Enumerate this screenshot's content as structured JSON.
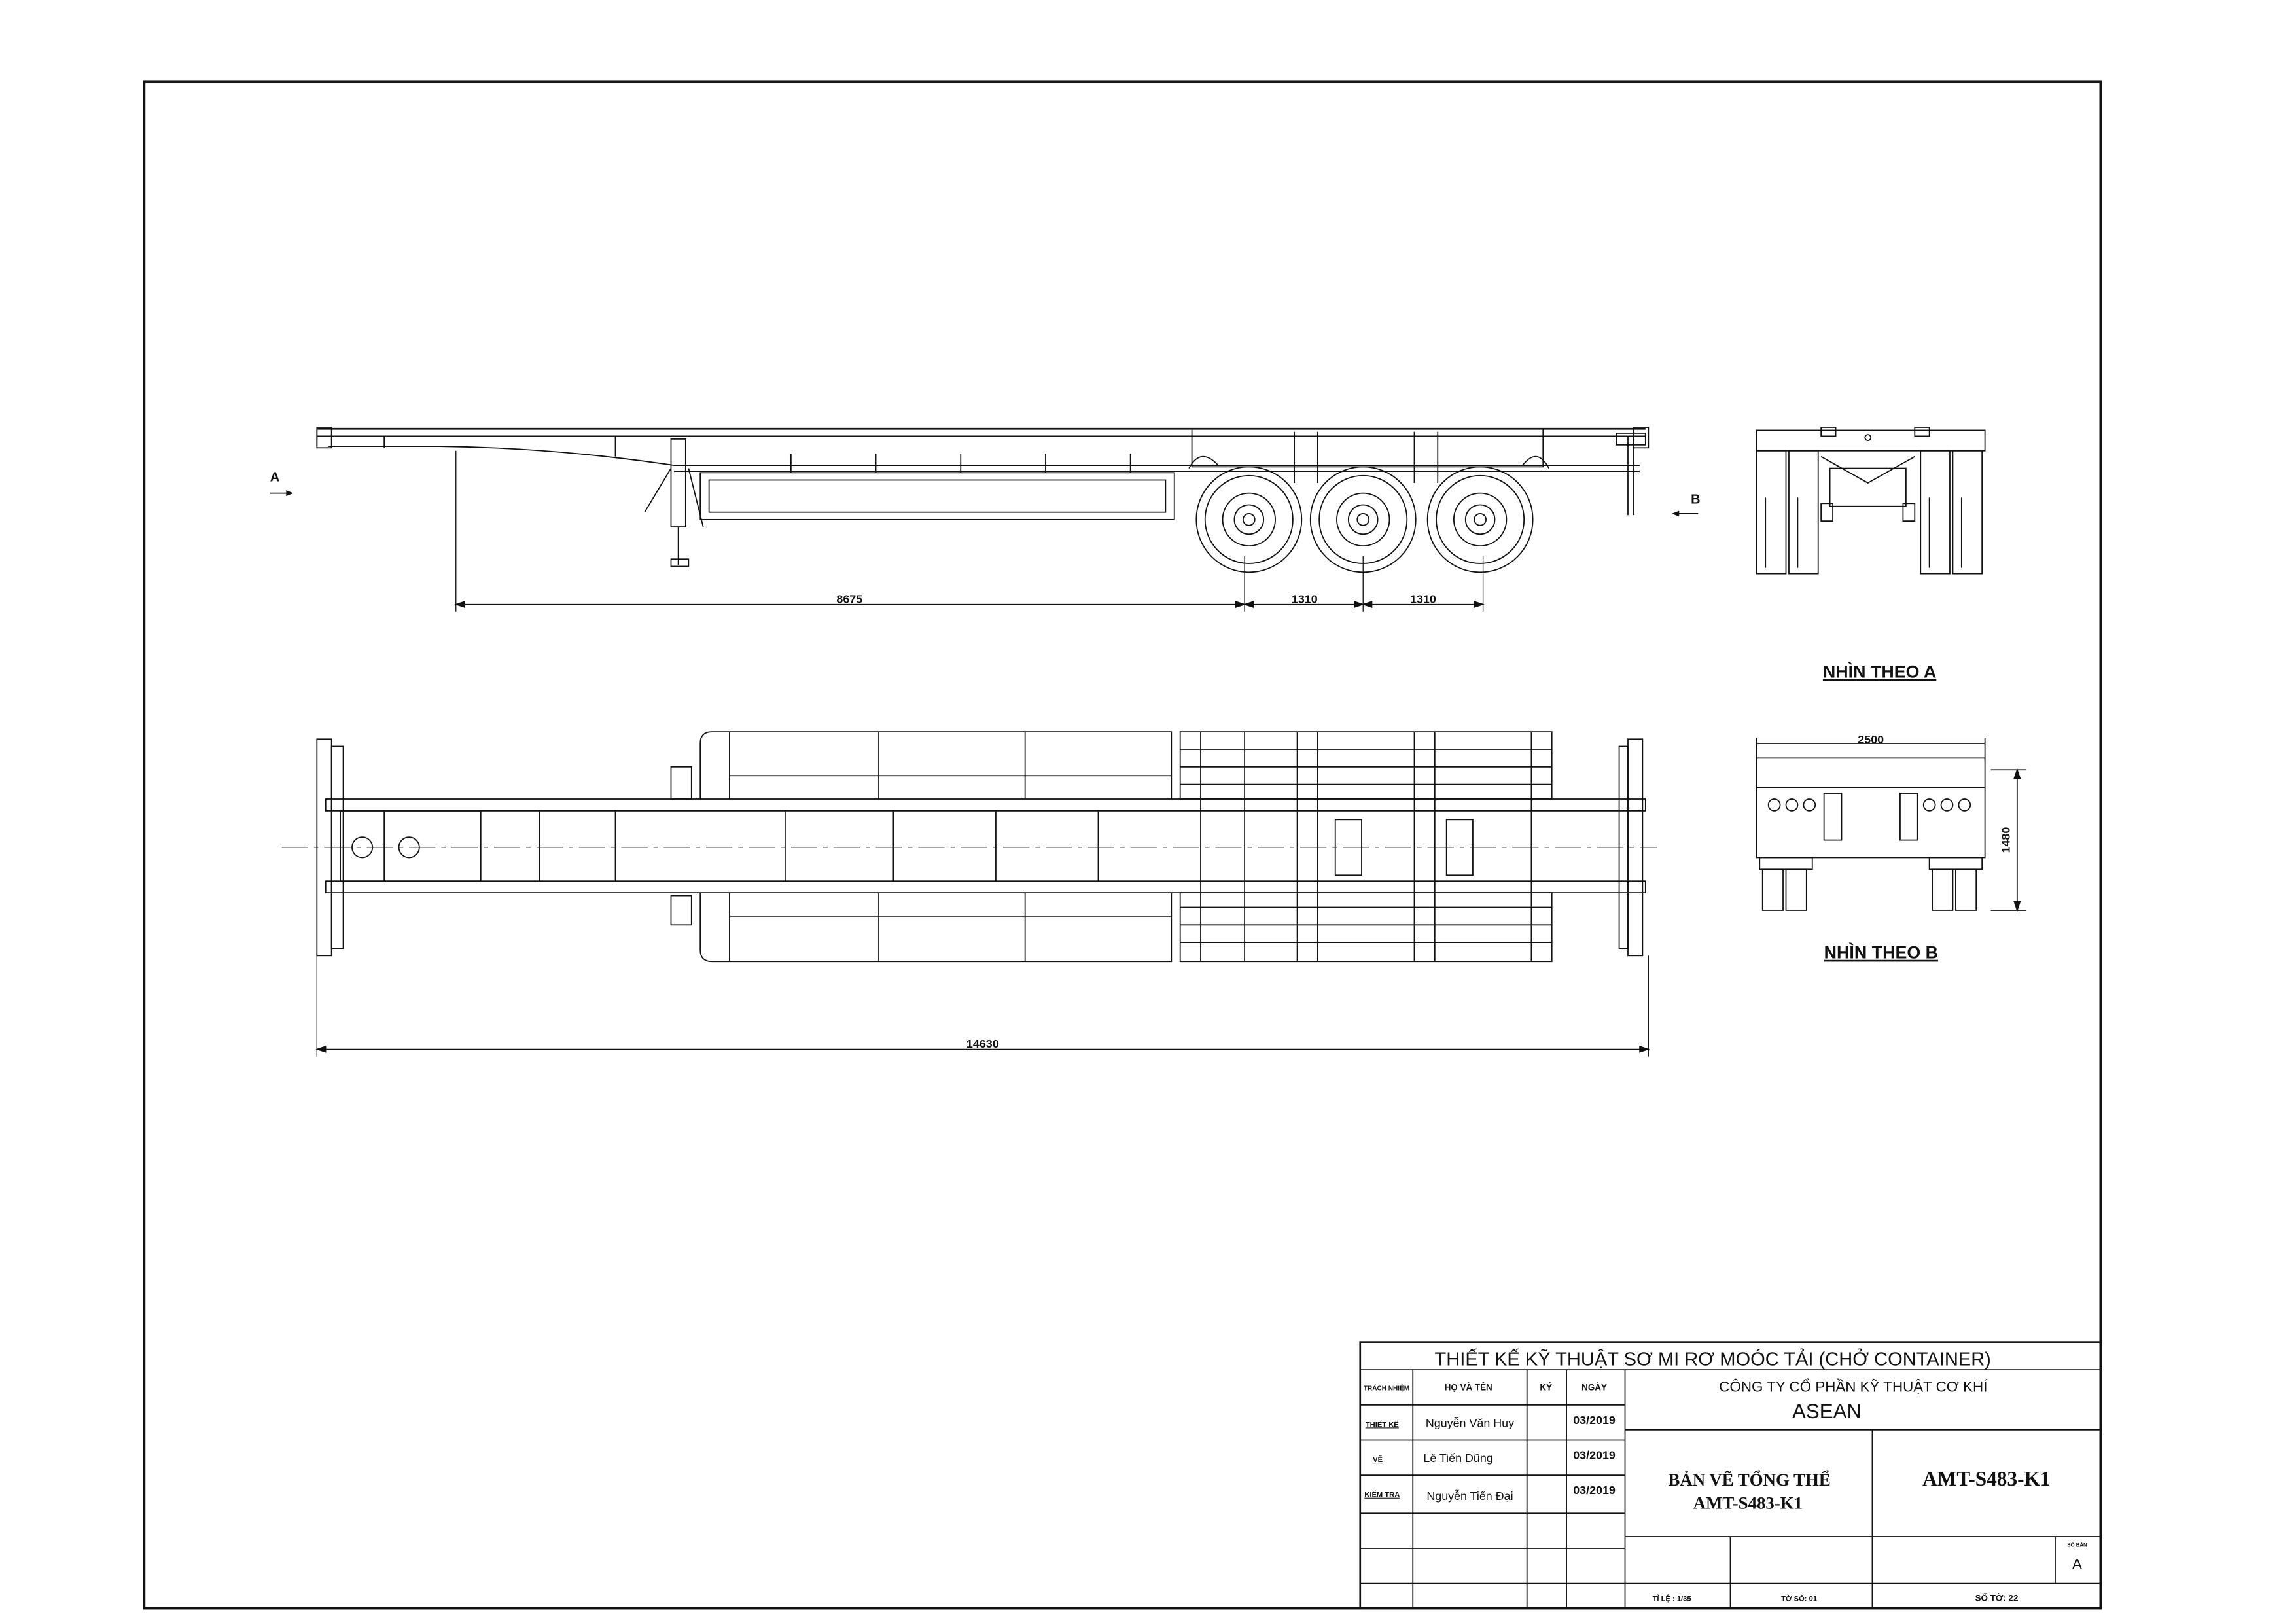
{
  "views": {
    "arrow_a": "A",
    "arrow_b": "B",
    "view_a_caption": "NHÌN THEO A",
    "view_b_caption": "NHÌN THEO B"
  },
  "dimensions": {
    "side_kingpin_to_axle": "8675",
    "axle_spacing_1": "1310",
    "axle_spacing_2": "1310",
    "plan_overall_length": "14630",
    "rear_width": "2500",
    "rear_height": "1480"
  },
  "title_block": {
    "project_title": "THIẾT KẾ KỸ THUẬT SƠ MI RƠ MOÓC TẢI (CHỞ CONTAINER)",
    "col_role": "TRÁCH NHIỆM",
    "col_name": "HỌ VÀ TÊN",
    "col_sign": "KÝ",
    "col_date": "NGÀY",
    "rows": [
      {
        "role": "THIẾT KẾ",
        "name": "Nguyễn Văn Huy",
        "date": "03/2019"
      },
      {
        "role": "VẼ",
        "name": "Lê Tiến Dũng",
        "date": "03/2019"
      },
      {
        "role": "KIỂM TRA",
        "name": "Nguyễn Tiến Đại",
        "date": "03/2019"
      }
    ],
    "company_line1": "CÔNG TY CỔ PHẦN KỸ THUẬT CƠ KHÍ",
    "company_line2": "ASEAN",
    "drawing_name_line1": "BẢN VẼ TỔNG THỂ",
    "drawing_name_line2": "AMT-S483-K1",
    "drawing_code": "AMT-S483-K1",
    "sheet_label": "SỐ BẢN",
    "sheet_value": "A",
    "scale": "TỈ LỆ : 1/35",
    "sheet_index": "TỜ SỐ: 01",
    "sheet_count": "SỐ TỜ: 22"
  }
}
